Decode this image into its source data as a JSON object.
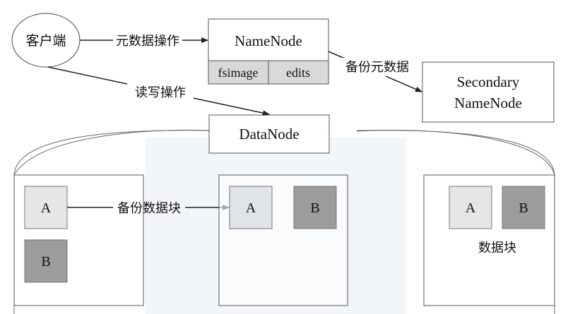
{
  "client": {
    "label": "客户端"
  },
  "namenode": {
    "title": "NameNode",
    "fsimage": "fsimage",
    "edits": "edits"
  },
  "secondary": {
    "line1": "Secondary",
    "line2": "NameNode"
  },
  "datanode": {
    "title": "DataNode"
  },
  "arrows": {
    "metadata_op": "元数据操作",
    "rw_op": "读写操作",
    "backup_metadata": "备份元数据",
    "backup_block": "备份数据块"
  },
  "nodes": {
    "left": {
      "block_a": "A",
      "block_b": "B"
    },
    "middle": {
      "block_a": "A",
      "block_b": "B"
    },
    "right": {
      "block_a": "A",
      "block_b": "B",
      "caption": "数据块"
    }
  },
  "colors": {
    "line": "#555555",
    "block_light": "#e6e6e6",
    "block_dark": "#9c9c9c",
    "table_cell": "#d9d9d9",
    "watermark": "#eef2f7"
  }
}
